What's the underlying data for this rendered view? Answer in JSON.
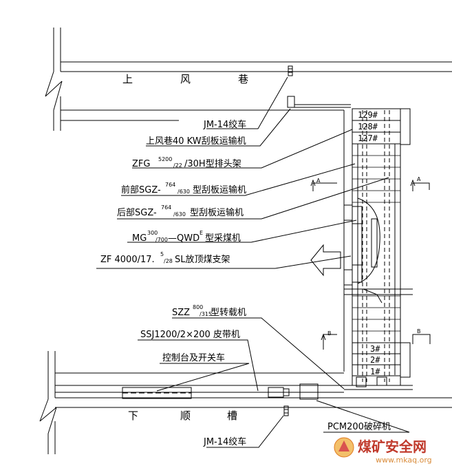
{
  "roads": {
    "upper": [
      "上",
      "风",
      "巷"
    ],
    "lower": [
      "下",
      "顺",
      "槽"
    ]
  },
  "labels": {
    "jm_top": "JM-14绞车",
    "scraper_upper": "上风巷40 KW刮板运输机",
    "zfg_prefix": "ZFG",
    "zfg_sup": "5200",
    "zfg_sub": "/22",
    "zfg_suffix": "/30H型排头架",
    "front_prefix": "前部SGZ-",
    "front_sup": "764",
    "front_sub": "/630",
    "front_suffix": "型刮板运输机",
    "rear_prefix": "后部SGZ-",
    "rear_sup": "764",
    "rear_sub": "/630",
    "rear_suffix": "型刮板运输机",
    "mg_prefix": "MG",
    "mg_sup": "300",
    "mg_sub": "/700",
    "mg_suffix": "—QWD",
    "mg_sup2": "E",
    "mg_tail": "型采煤机",
    "zf_prefix": "ZF 4000/17.",
    "zf_sup": "5",
    "zf_sub": "/28",
    "zf_suffix": " SL放顶煤支架",
    "szz_prefix": "SZZ",
    "szz_sup": "800",
    "szz_sub": "/315",
    "szz_suffix": " 型转载机",
    "ssj": "SSJ1200/2×200 皮带机",
    "console": "控制台及开关车",
    "jm_bottom": "JM-14绞车",
    "pcm": "PCM200破碎机"
  },
  "supports": {
    "top": [
      "129#",
      "128#",
      "127#"
    ],
    "bottom": [
      "3#",
      "2#",
      "1#"
    ]
  },
  "arrow_marks": [
    "A",
    "A",
    "B",
    "B"
  ],
  "watermark": {
    "text": "煤矿安全网",
    "url": "www.mkaq.org"
  }
}
